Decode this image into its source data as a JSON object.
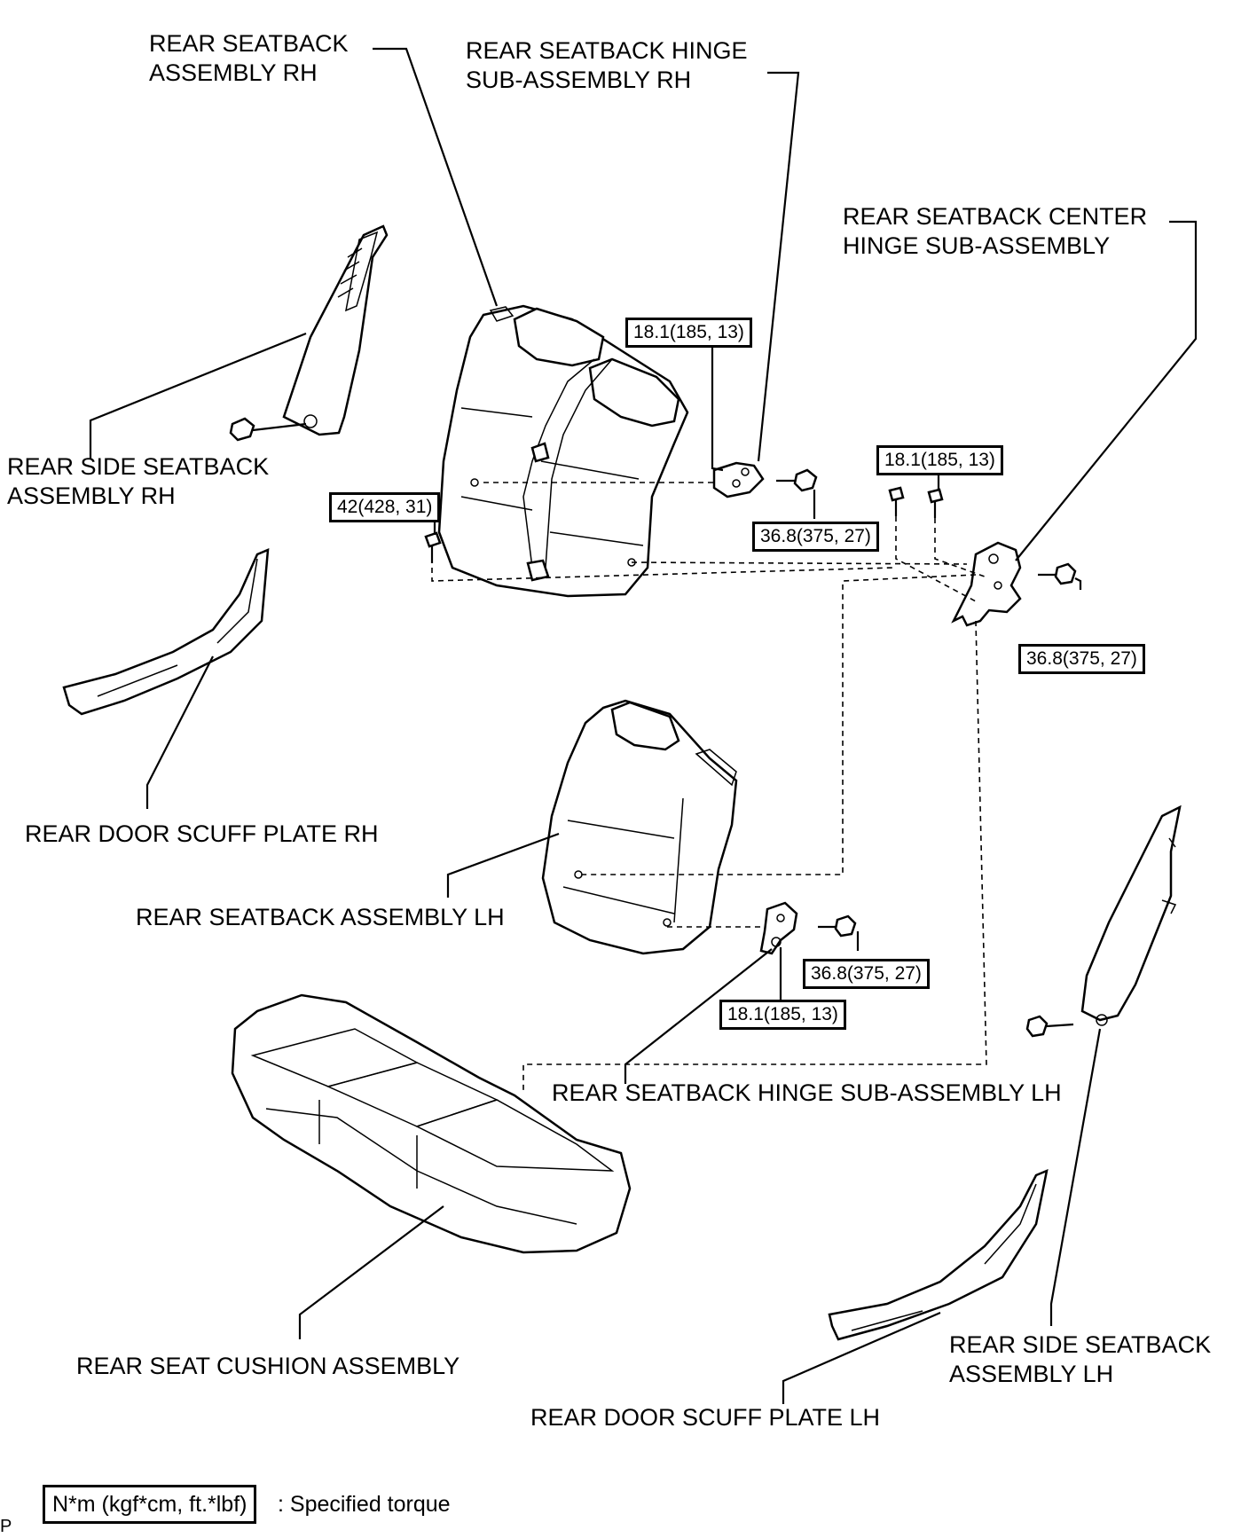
{
  "labels": {
    "rear_seatback_rh": [
      "REAR SEATBACK",
      "ASSEMBLY RH"
    ],
    "rear_seatback_hinge_rh": [
      "REAR SEATBACK HINGE",
      "SUB-ASSEMBLY RH"
    ],
    "rear_seatback_center_hinge": [
      "REAR SEATBACK CENTER",
      "HINGE SUB-ASSEMBLY"
    ],
    "rear_side_seatback_rh": [
      "REAR SIDE SEATBACK",
      "ASSEMBLY RH"
    ],
    "rear_door_scuff_rh": "REAR DOOR SCUFF PLATE RH",
    "rear_seatback_lh": "REAR SEATBACK ASSEMBLY LH",
    "rear_seatback_hinge_lh": "REAR SEATBACK HINGE SUB-ASSEMBLY LH",
    "rear_seat_cushion": "REAR SEAT CUSHION ASSEMBLY",
    "rear_side_seatback_lh": [
      "REAR SIDE SEATBACK",
      "ASSEMBLY LH"
    ],
    "rear_door_scuff_lh": "REAR DOOR SCUFF PLATE LH"
  },
  "torques": {
    "hinge_rh_upper": "18.1(185, 13)",
    "hinge_rh_lower": "36.8(375, 27)",
    "seatback_rh_bolt": "42(428, 31)",
    "center_hinge_upper": "18.1(185, 13)",
    "center_hinge_side": "36.8(375, 27)",
    "hinge_lh_side": "36.8(375, 27)",
    "hinge_lh_lower": "18.1(185, 13)"
  },
  "legend": {
    "box": "N*m (kgf*cm, ft.*lbf)",
    "text": ": Specified torque"
  },
  "code": "P"
}
